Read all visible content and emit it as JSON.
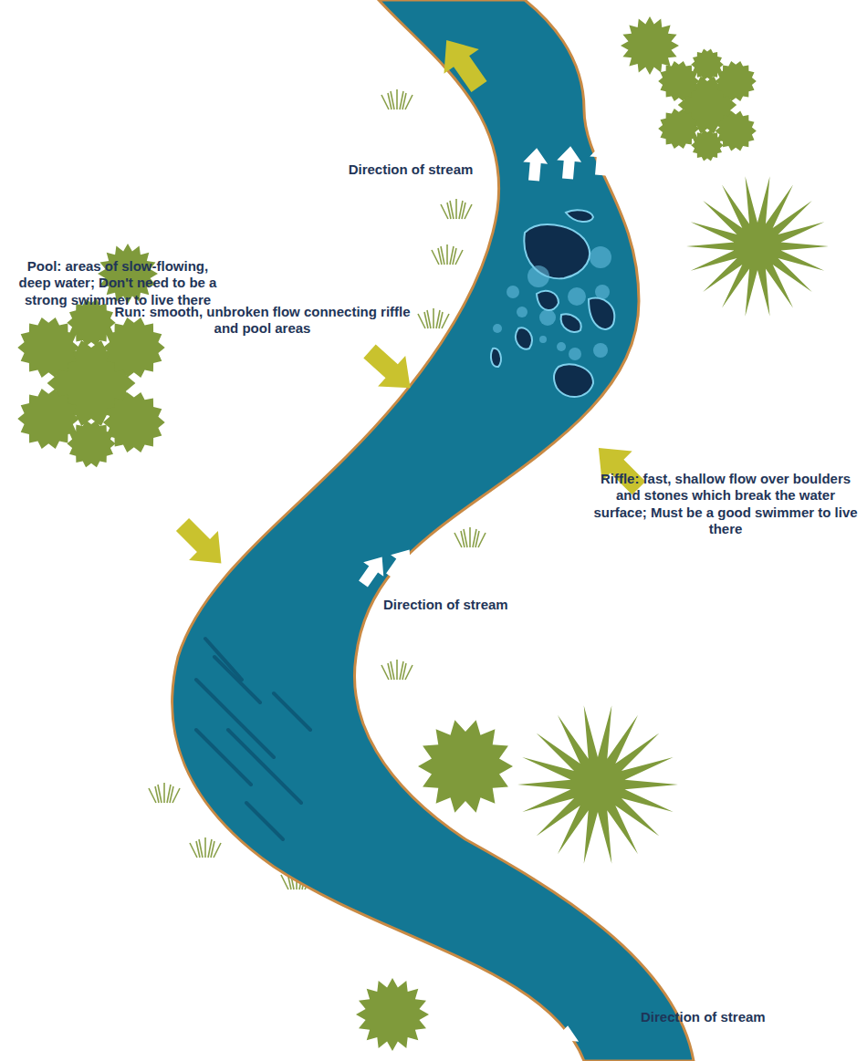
{
  "diagram": {
    "labels": [
      "Direction of stream",
      "Pool: areas of slow-flowing, deep water; Don't need to be a strong swimmer to live there",
      "Run: smooth, unbroken flow connecting riffle and pool areas",
      "Riffle: fast, shallow flow over boulders and stones which break the water surface; Must be a good swimmer to live there",
      "Direction of stream",
      "Direction of stream"
    ]
  }
}
